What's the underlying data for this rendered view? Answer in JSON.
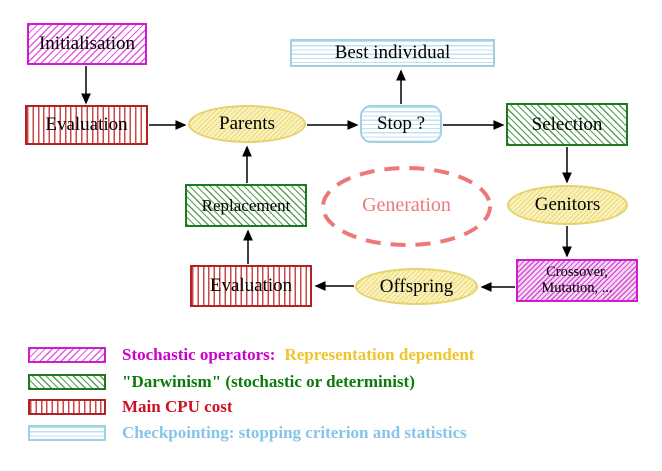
{
  "nodes": {
    "initialisation": "Initialisation",
    "evaluation_top": "Evaluation",
    "parents": "Parents",
    "best_individual": "Best individual",
    "stop": "Stop ?",
    "selection": "Selection",
    "replacement": "Replacement",
    "generation": "Generation",
    "genitors": "Genitors",
    "crossover_line1": "Crossover,",
    "crossover_line2": "Mutation, ...",
    "evaluation_bottom": "Evaluation",
    "offspring": "Offspring"
  },
  "legend": {
    "items": [
      {
        "key": "stochastic-operators",
        "label": "Stochastic operators:",
        "suffix": "Representation dependent"
      },
      {
        "key": "darwinism",
        "label": "\"Darwinism\" (stochastic or determinist)",
        "suffix": ""
      },
      {
        "key": "main-cpu-cost",
        "label": "Main CPU cost",
        "suffix": ""
      },
      {
        "key": "checkpointing",
        "label": "Checkpointing: stopping criterion and statistics",
        "suffix": ""
      }
    ]
  },
  "colors": {
    "magenta": "#cc00cc",
    "magenta_fill_dense": "#f6daf6",
    "green": "#1e7a1e",
    "red": "#b22222",
    "cyan_border": "#a2d0e2",
    "yellow_border": "#e5d26c",
    "yellow_fill": "#faf2bb",
    "generation_salmon": "#ee7878",
    "legend_gold_text": "#efc42c",
    "legend_blue_text": "#86c4e8",
    "arrow_black": "#000000"
  }
}
